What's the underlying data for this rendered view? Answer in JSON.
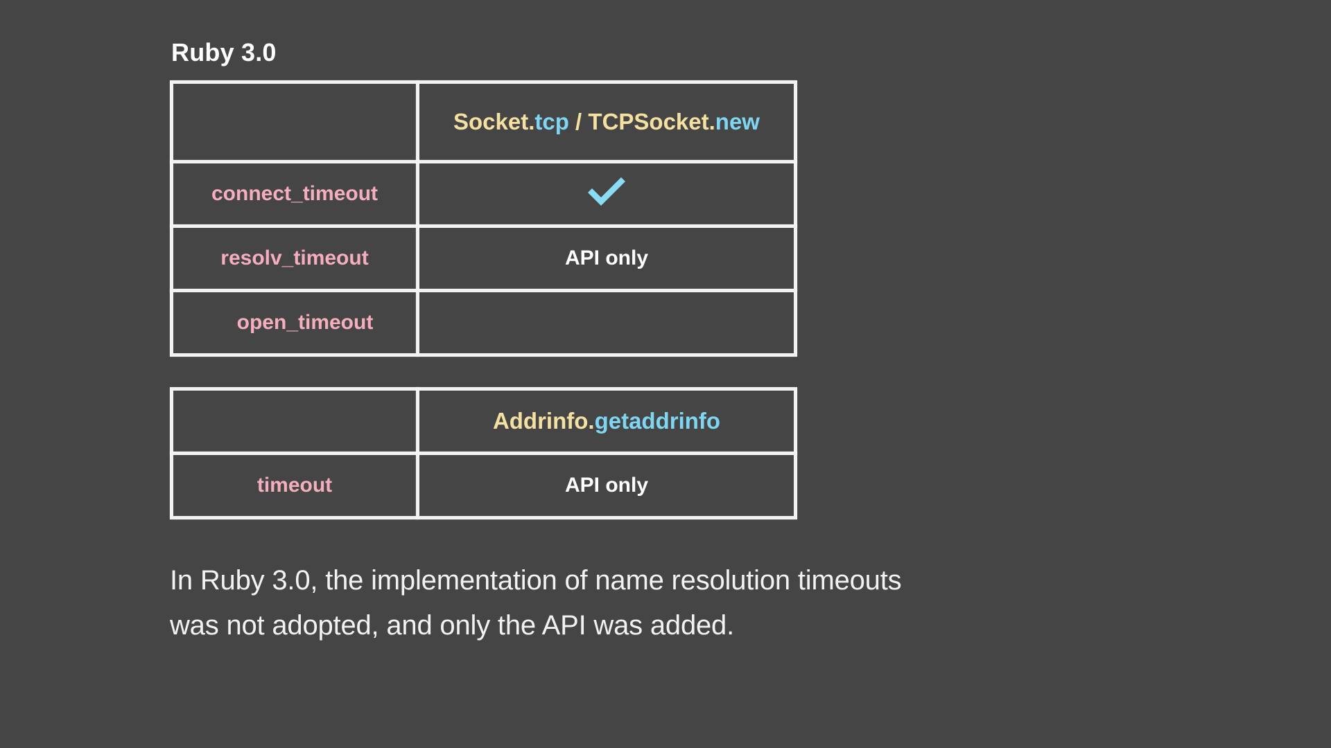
{
  "slide": {
    "background_color": "#454545",
    "title": "Ruby 3.0"
  },
  "colors": {
    "background": "#454545",
    "border_chalk": "#f2f2f2",
    "label_pink": "#f4aebe",
    "token_yellow": "#f4e0a0",
    "token_blue": "#7fd6f2",
    "text_white": "#ffffff",
    "check_blue": "#8adcf5"
  },
  "table_one": {
    "header": {
      "label_cell": "",
      "value_tokens": [
        {
          "text": "Socket",
          "color": "yellow"
        },
        {
          "text": ".",
          "color": "yellow"
        },
        {
          "text": "tcp",
          "color": "blue"
        },
        {
          "text": " / ",
          "color": "yellow"
        },
        {
          "text": "TCPSocket",
          "color": "yellow"
        },
        {
          "text": ".",
          "color": "yellow"
        },
        {
          "text": "new",
          "color": "blue"
        }
      ],
      "value_plain": "Socket.tcp / TCPSocket.new"
    },
    "rows": [
      {
        "label": "connect_timeout",
        "value": "",
        "mark": "check",
        "icon": "check-icon"
      },
      {
        "label": "resolv_timeout",
        "value": "API only",
        "mark": "text"
      },
      {
        "label": "open_timeout",
        "value": "",
        "mark": "none"
      }
    ]
  },
  "table_two": {
    "header": {
      "label_cell": "",
      "value_tokens": [
        {
          "text": "Addrinfo",
          "color": "yellow"
        },
        {
          "text": ".",
          "color": "yellow"
        },
        {
          "text": "getaddrinfo",
          "color": "blue"
        }
      ],
      "value_plain": "Addrinfo.getaddrinfo"
    },
    "rows": [
      {
        "label": "timeout",
        "value": "API only",
        "mark": "text"
      }
    ]
  },
  "caption": {
    "line1": "In Ruby 3.0, the implementation of name resolution timeouts",
    "line2": "was not adopted, and only the API was added.",
    "full": "In Ruby 3.0, the implementation of name resolution timeouts was not adopted, and only the API was added."
  }
}
